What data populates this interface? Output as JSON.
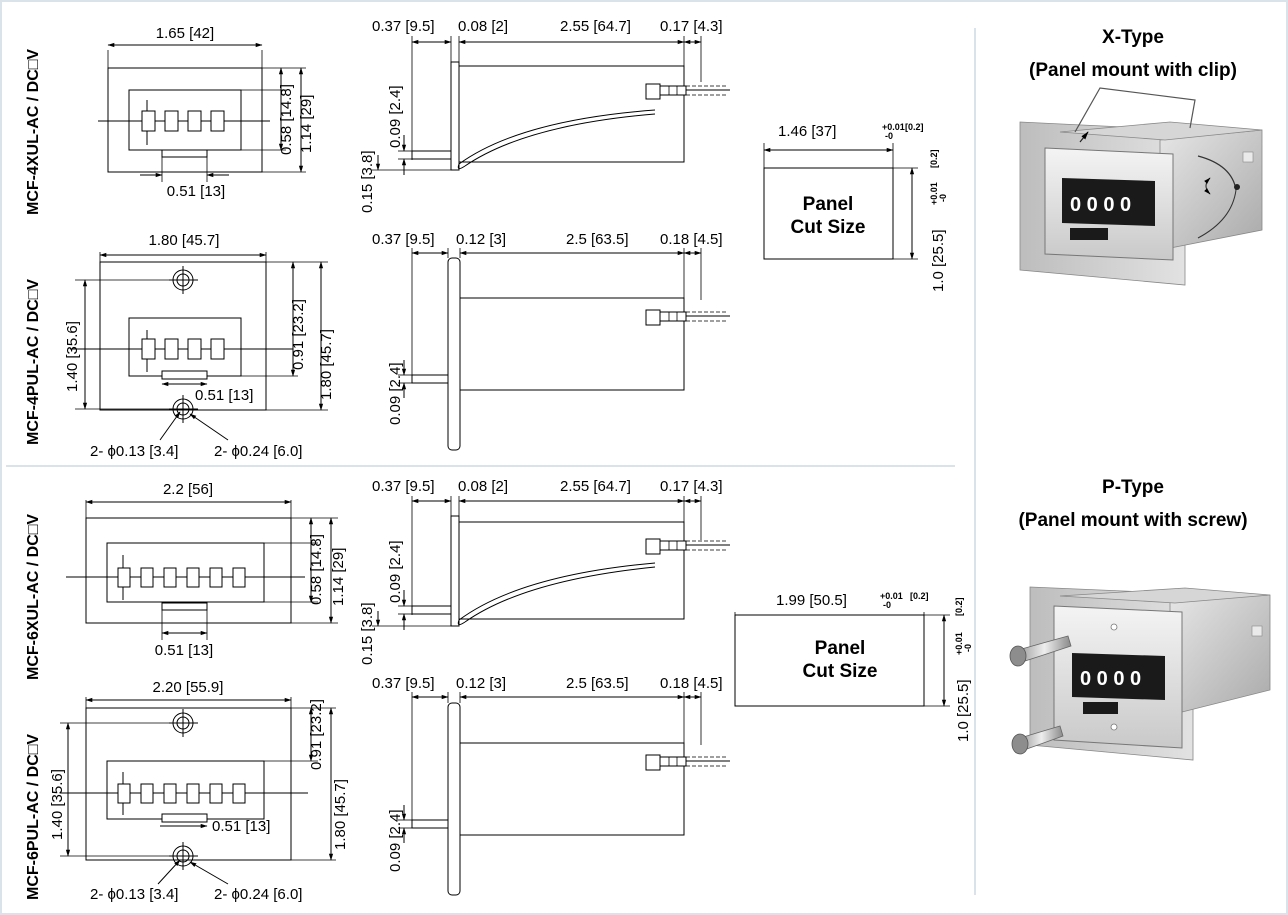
{
  "sections": {
    "mcf4xul": {
      "model": "MCF-4XUL-AC / DC□V",
      "front": {
        "width": "1.65 [42]",
        "window_h": "0.58 [14.8]",
        "total_h": "1.14 [29]",
        "reset": "0.51 [13]"
      },
      "side": {
        "d1": "0.37 [9.5]",
        "d2": "0.08 [2]",
        "d3": "2.55 [64.7]",
        "d4": "0.17 [4.3]",
        "v1": "0.09 [2.4]",
        "v2": "0.15 [3.8]"
      }
    },
    "mcf4pul": {
      "model": "MCF-4PUL-AC / DC□V",
      "front": {
        "width": "1.80 [45.7]",
        "window_h": "0.91 [23.2]",
        "total_h": "1.80 [45.7]",
        "hole_pitch": "1.40 [35.6]",
        "reset": "0.51 [13]",
        "hole1": "2- ϕ0.13 [3.4]",
        "hole2": "2- ϕ0.24 [6.0]"
      },
      "side": {
        "d1": "0.37 [9.5]",
        "d2": "0.12 [3]",
        "d3": "2.5 [63.5]",
        "d4": "0.18 [4.5]",
        "v1": "0.09 [2.4]"
      }
    },
    "mcf6xul": {
      "model": "MCF-6XUL-AC / DC□V",
      "front": {
        "width": "2.2 [56]",
        "window_h": "0.58 [14.8]",
        "total_h": "1.14 [29]",
        "reset": "0.51 [13]"
      },
      "side": {
        "d1": "0.37 [9.5]",
        "d2": "0.08 [2]",
        "d3": "2.55 [64.7]",
        "d4": "0.17 [4.3]",
        "v1": "0.09 [2.4]",
        "v2": "0.15 [3.8]"
      }
    },
    "mcf6pul": {
      "model": "MCF-6PUL-AC / DC□V",
      "front": {
        "width": "2.20 [55.9]",
        "window_h": "0.91 [23.2]",
        "total_h": "1.80 [45.7]",
        "hole_pitch": "1.40 [35.6]",
        "reset": "0.51 [13]",
        "hole1": "2- ϕ0.13 [3.4]",
        "hole2": "2- ϕ0.24 [6.0]"
      },
      "side": {
        "d1": "0.37 [9.5]",
        "d2": "0.12 [3]",
        "d3": "2.5 [63.5]",
        "d4": "0.18 [4.5]",
        "v1": "0.09 [2.4]"
      }
    }
  },
  "cutouts": {
    "four": {
      "line1": "Panel",
      "line2": "Cut Size",
      "width": "1.46 [37]",
      "width_tol_plus": "+0.01",
      "width_tol_minus": "-0",
      "width_tol_mm": "[0.2]",
      "height": "1.0 [25.5]",
      "height_tol_plus": "+0.01",
      "height_tol_minus": "-0",
      "height_tol_mm": "[0.2]"
    },
    "six": {
      "line1": "Panel",
      "line2": "Cut Size",
      "width": "1.99 [50.5]",
      "width_tol_plus": "+0.01",
      "width_tol_minus": "-0",
      "width_tol_mm": "[0.2]",
      "height": "1.0 [25.5]",
      "height_tol_plus": "+0.01",
      "height_tol_minus": "-0",
      "height_tol_mm": "[0.2]"
    }
  },
  "types": {
    "x": {
      "title": "X-Type",
      "subtitle": "(Panel mount with clip)",
      "digits": "0 0 0 0"
    },
    "p": {
      "title": "P-Type",
      "subtitle": "(Panel mount with screw)",
      "digits": "0 0 0 0"
    }
  },
  "colors": {
    "divider": "#dbe3ea",
    "counter_face": "#1a1a1a",
    "bezel": "#d9d9d9",
    "housing": "#c8c8c8"
  }
}
